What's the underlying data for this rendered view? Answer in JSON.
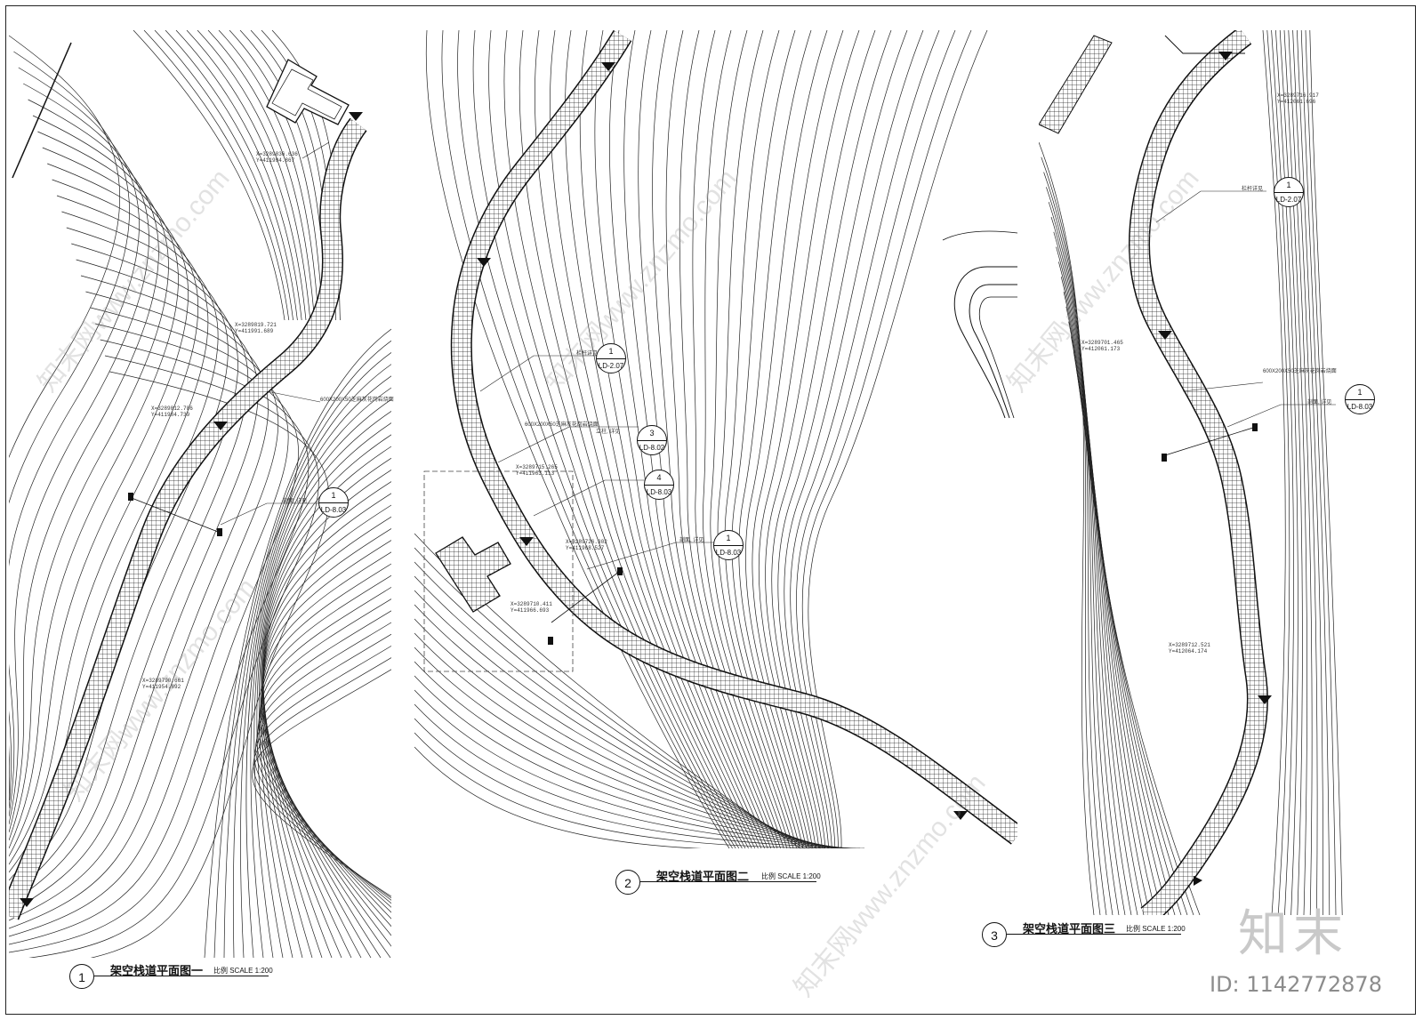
{
  "panels": [
    {
      "id": "panel-1",
      "number": "1",
      "title": "架空栈道平面图一",
      "scale": "比例 SCALE 1:200"
    },
    {
      "id": "panel-2",
      "number": "2",
      "title": "架空栈道平面图二",
      "scale": "比例 SCALE 1:200"
    },
    {
      "id": "panel-3",
      "number": "3",
      "title": "架空栈道平面图三",
      "scale": "比例 SCALE 1:200"
    }
  ],
  "refs": [
    {
      "top": "1",
      "bottom": "LD-8.03"
    },
    {
      "top": "1",
      "bottom": "LD-2.07"
    },
    {
      "top": "3",
      "bottom": "LD-8.02"
    },
    {
      "top": "4",
      "bottom": "LD-8.03"
    },
    {
      "top": "1",
      "bottom": "LD-8.03"
    },
    {
      "top": "1",
      "bottom": "LD-2.07"
    },
    {
      "top": "1",
      "bottom": "LD-8.03"
    }
  ],
  "coords": [
    "X=3289836.636\nY=411994.867",
    "X=3289819.721\nY=411991.689",
    "X=3289812.786\nY=411984.739",
    "X=3289790.661\nY=411954.892",
    "X=3289715.265\nY=411963.113",
    "X=3289726.302\nY=411968.527",
    "X=3289710.411\nY=411966.693",
    "X=3289716.917\nY=412061.696",
    "X=3289701.465\nY=412061.173",
    "X=3289712.521\nY=412064.174"
  ],
  "notes": [
    "剖面, 详见",
    "栏杆详见",
    "600X200X50芝麻灰花岗岩烧面",
    "立柱, 详见",
    "剖面, 详见"
  ],
  "watermark": "知末网www.znzmo.com",
  "logo": "知末",
  "image_id": "ID: 1142772878"
}
